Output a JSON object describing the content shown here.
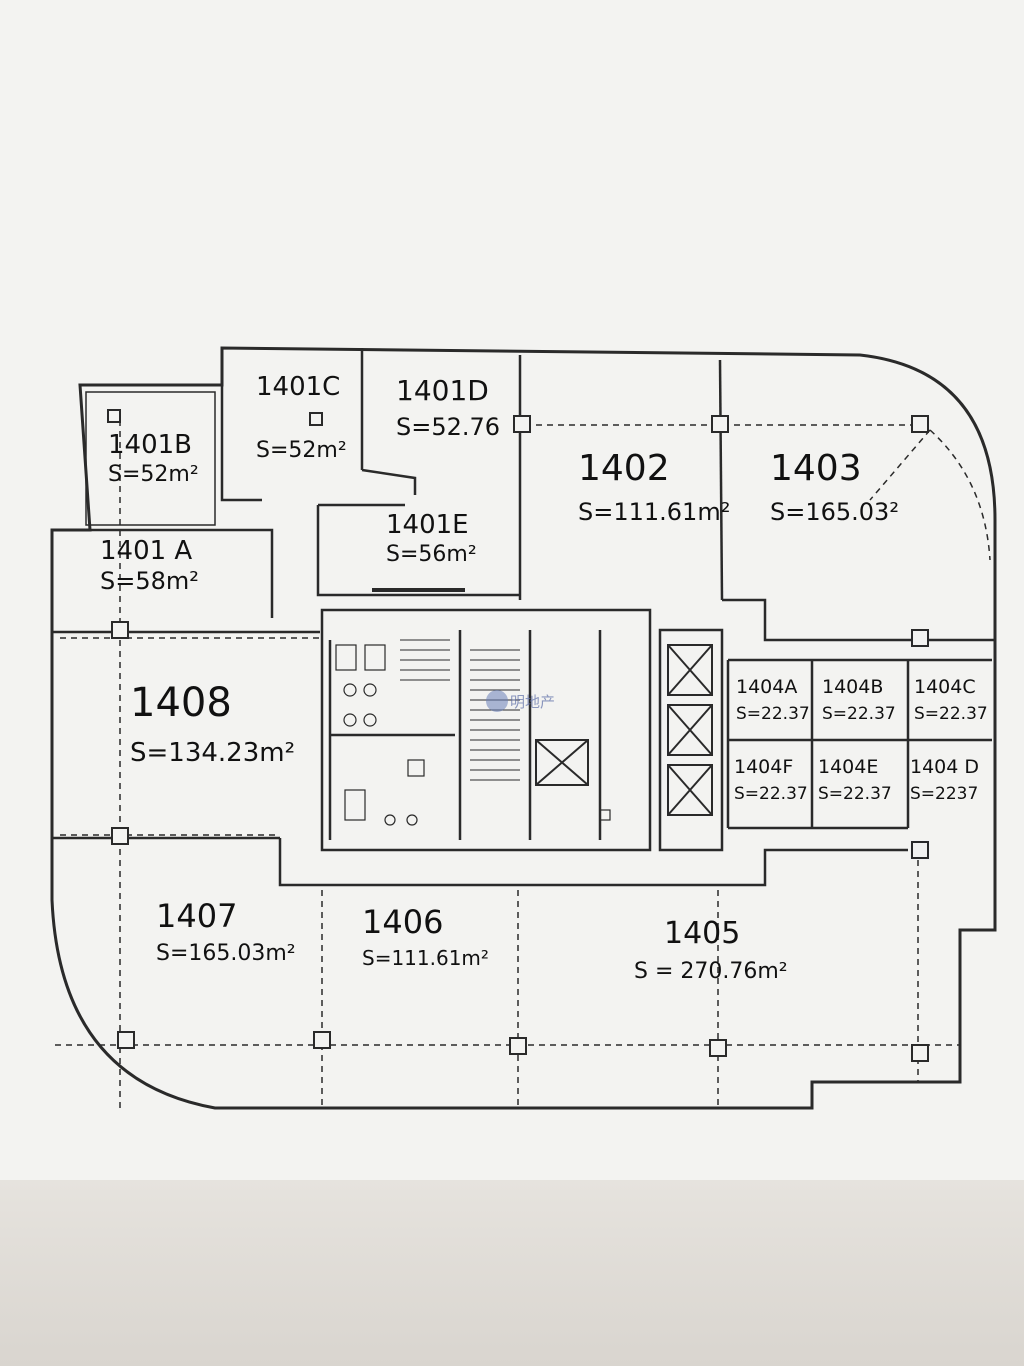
{
  "watermark": {
    "text": "明地产"
  },
  "units": [
    {
      "id": "1401B",
      "label": "1401B",
      "area": "S=52m²"
    },
    {
      "id": "1401C",
      "label": "1401C",
      "area": "S=52m²"
    },
    {
      "id": "1401D",
      "label": "1401D",
      "area": "S=52.76"
    },
    {
      "id": "1401E",
      "label": "1401E",
      "area": "S=56m²"
    },
    {
      "id": "1401A",
      "label": "1401 A",
      "area": "S=58m²"
    },
    {
      "id": "1402",
      "label": "1402",
      "area": "S=111.61m²"
    },
    {
      "id": "1403",
      "label": "1403",
      "area": "S=165.03²"
    },
    {
      "id": "1408",
      "label": "1408",
      "area": "S=134.23m²"
    },
    {
      "id": "1404A",
      "label": "1404A",
      "area": "S=22.37"
    },
    {
      "id": "1404B",
      "label": "1404B",
      "area": "S=22.37"
    },
    {
      "id": "1404C",
      "label": "1404C",
      "area": "S=22.37"
    },
    {
      "id": "1404F",
      "label": "1404F",
      "area": "S=22.37"
    },
    {
      "id": "1404E",
      "label": "1404E",
      "area": "S=22.37"
    },
    {
      "id": "1404D",
      "label": "1404 D",
      "area": "S=2237"
    },
    {
      "id": "1407",
      "label": "1407",
      "area": "S=165.03m²"
    },
    {
      "id": "1406",
      "label": "1406",
      "area": "S=111.61m²"
    },
    {
      "id": "1405",
      "label": "1405",
      "area": "S = 270.76m²"
    }
  ],
  "colors": {
    "line": "#2a2a2a",
    "paper": "#f3f3f1",
    "shadow": "#dcd8d2"
  }
}
